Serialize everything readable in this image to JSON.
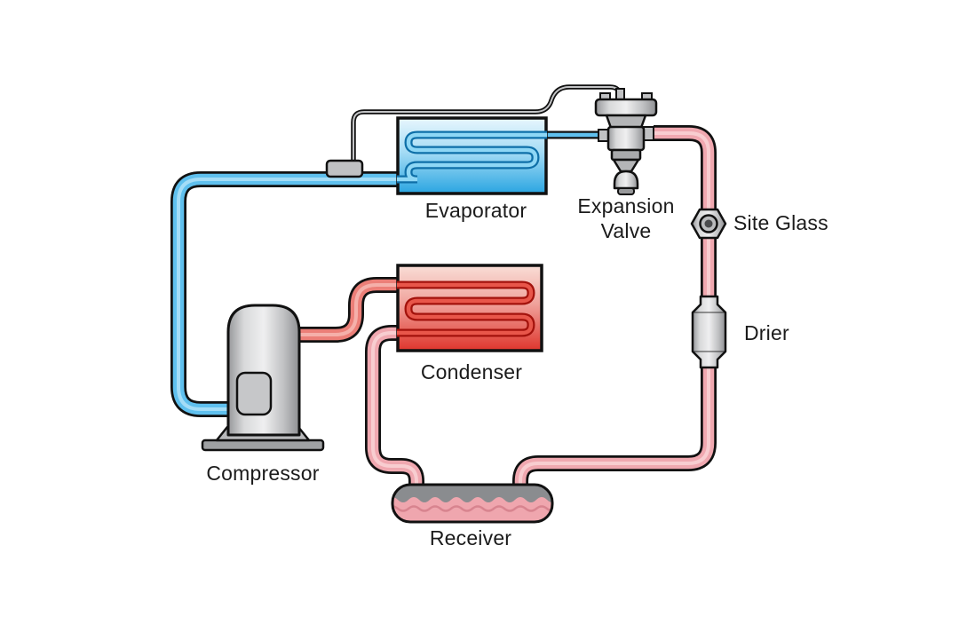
{
  "diagram": {
    "labels": {
      "evaporator": "Evaporator",
      "expansion_valve": "Expansion Valve",
      "site_glass": "Site Glass",
      "drier": "Drier",
      "condenser": "Condenser",
      "compressor": "Compressor",
      "receiver": "Receiver"
    },
    "colors": {
      "suction_line": "#5fc0ee",
      "capillary_line": "#5fc0ee",
      "discharge_line": "#ec7f78",
      "liquid_line": "#f0a8b0",
      "evaporator_coil": "#0e6fa8",
      "condenser_coil": "#a3120c",
      "receiver_liquid": "#efa6ae",
      "outline": "#111111",
      "label_text": "#1b1b1b"
    }
  }
}
